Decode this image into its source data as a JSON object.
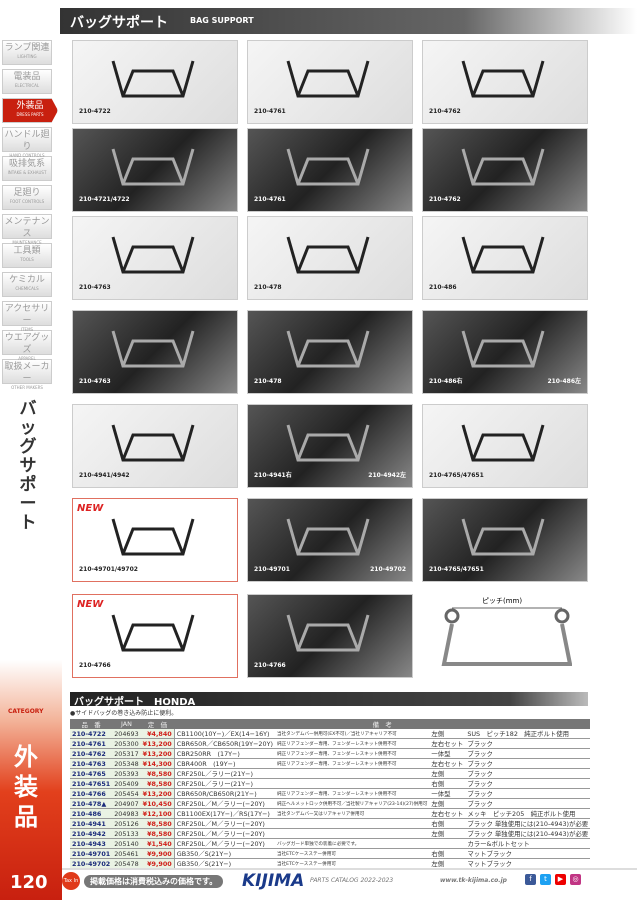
{
  "header": {
    "title": "バッグサポート",
    "subtitle": "BAG SUPPORT"
  },
  "sidebar": [
    {
      "jp": "ランプ関連",
      "en": "LIGHTING"
    },
    {
      "jp": "電装品",
      "en": "ELECTRICAL"
    },
    {
      "jp": "外装品",
      "en": "DRESS PARTS",
      "active": true
    },
    {
      "jp": "ハンドル廻り",
      "en": "HAND CONTROLS"
    },
    {
      "jp": "吸排気系",
      "en": "INTAKE & EXHAUST"
    },
    {
      "jp": "足廻り",
      "en": "FOOT CONTROLS"
    },
    {
      "jp": "メンテナンス",
      "en": "MAINTENANCE"
    },
    {
      "jp": "工具類",
      "en": "TOOLS"
    },
    {
      "jp": "ケミカル",
      "en": "CHEMICALS"
    },
    {
      "jp": "アクセサリー",
      "en": "ITEMS"
    },
    {
      "jp": "ウエアグッズ",
      "en": "APPAREL"
    },
    {
      "jp": "取扱メーカー",
      "en": "OTHER MAKERS"
    }
  ],
  "vertical_title": "バッグサポート",
  "category": {
    "label": "CATEGORY",
    "name": "外装品"
  },
  "page_number": "120",
  "photos": [
    {
      "l": "210-4722"
    },
    {
      "l": "210-4761"
    },
    {
      "l": "210-4762"
    },
    {
      "l": "210-4721/4722",
      "dark": true
    },
    {
      "l": "210-4761",
      "dark": true
    },
    {
      "l": "210-4762",
      "dark": true
    },
    {
      "l": "210-4763"
    },
    {
      "l": "210-478"
    },
    {
      "l": "210-486"
    },
    {
      "l": "210-4763",
      "dark": true
    },
    {
      "l": "210-478",
      "dark": true
    },
    {
      "l": "210-486右",
      "r": "210-486左",
      "dark": true
    },
    {
      "l": "210-4941/4942"
    },
    {
      "l": "210-4941右",
      "r": "210-4942左",
      "dark": true
    },
    {
      "l": "210-4765/47651"
    },
    {
      "l": "210-49701/49702",
      "new": "NEW"
    },
    {
      "l": "210-49701",
      "r": "210-49702",
      "dark": true
    },
    {
      "l": "210-4765/47651",
      "dark": true
    },
    {
      "l": "210-4766",
      "new": "NEW"
    },
    {
      "l": "210-4766",
      "dark": true
    },
    {
      "l": "",
      "diagram": "ピッチ(mm)"
    }
  ],
  "table": {
    "title": "バッグサポート　HONDA",
    "note": "●サイドバッグの巻き込み防止に便利。",
    "headers": [
      "品　番",
      "JAN",
      "定　価",
      "備　考"
    ],
    "rows": [
      [
        "210-4722",
        "204693",
        "¥4,840",
        "CB1100(10Y−)／EX(14−16Y)",
        "当社タンデムバー併用可(EX不可)／当社リアキャリア不可",
        "左側",
        "SUS　ピッチ182　純正ボルト使用"
      ],
      [
        "210-4761",
        "205300",
        "¥13,200",
        "CBR650R／CB650R(19Y−20Y)",
        "純正リアフェンダー専用、フェンダーレスキット併用不可",
        "左右セット",
        "ブラック"
      ],
      [
        "210-4762",
        "205317",
        "¥13,200",
        "CBR250RR　(17Y−)",
        "純正リアフェンダー専用、フェンダーレスキット併用不可",
        "一体型",
        "ブラック"
      ],
      [
        "210-4763",
        "205348",
        "¥14,300",
        "CBR400R　(19Y−)",
        "純正リアフェンダー専用、フェンダーレスキット併用不可",
        "左右セット",
        "ブラック"
      ],
      [
        "210-4765",
        "205393",
        "¥8,580",
        "CRF250L／ラリー(21Y−)",
        "",
        "左側",
        "ブラック"
      ],
      [
        "210-47651",
        "205409",
        "¥8,580",
        "CRF250L／ラリー(21Y−)",
        "",
        "右側",
        "ブラック"
      ],
      [
        "210-4766",
        "205454",
        "¥13,200",
        "CBR650R/CB650R(21Y−)",
        "純正リアフェンダー専用、フェンダーレスキット併用不可",
        "一体型",
        "ブラック"
      ],
      [
        "210-478▲",
        "204907",
        "¥10,450",
        "CRF250L／M／ラリー(−20Y)",
        "純正ヘルメットロック併用不可／当社製リアキャリア(23-14)(27)併用可",
        "左側",
        "ブラック"
      ],
      [
        "210-486",
        "204983",
        "¥12,100",
        "CB1100EX(17Y−)／RS(17Y−)",
        "当社タンデムバー又はリアキャリア併用可",
        "左右セット",
        "メッキ　ピッチ205　純正ボルト使用"
      ],
      [
        "210-4941",
        "205126",
        "¥8,580",
        "CRF250L／M／ラリー(−20Y)",
        "",
        "右側",
        "ブラック 単独使用には(210-4943)が必要"
      ],
      [
        "210-4942",
        "205133",
        "¥8,580",
        "CRF250L／M／ラリー(−20Y)",
        "",
        "左側",
        "ブラック 単独使用には(210-4943)が必要"
      ],
      [
        "210-4943",
        "205140",
        "¥1,540",
        "CRF250L／M／ラリー(−20Y)",
        "バッグガード単独での装着に必要です。",
        "",
        "カラー&ボルトセット"
      ],
      [
        "210-49701",
        "205461",
        "¥9,900",
        "GB350／S(21Y−)",
        "当社ETCケースステー併用可",
        "右側",
        "マットブラック"
      ],
      [
        "210-49702",
        "205478",
        "¥9,900",
        "GB350／S(21Y−)",
        "当社ETCケースステー併用可",
        "左側",
        "マットブラック"
      ]
    ]
  },
  "footer": {
    "tax_icon": "Tax In",
    "tax_note": "掲載価格は消費税込みの価格です。",
    "brand": "KIJIMA",
    "catalog": "PARTS CATALOG 2022-2023",
    "url": "www.tk-kijima.co.jp",
    "social": [
      {
        "n": "facebook-icon",
        "c": "#3b5998",
        "g": "f"
      },
      {
        "n": "twitter-icon",
        "c": "#1da1f2",
        "g": "t"
      },
      {
        "n": "youtube-icon",
        "c": "#e00",
        "g": "▶"
      },
      {
        "n": "instagram-icon",
        "c": "#c13584",
        "g": "◎"
      }
    ]
  }
}
